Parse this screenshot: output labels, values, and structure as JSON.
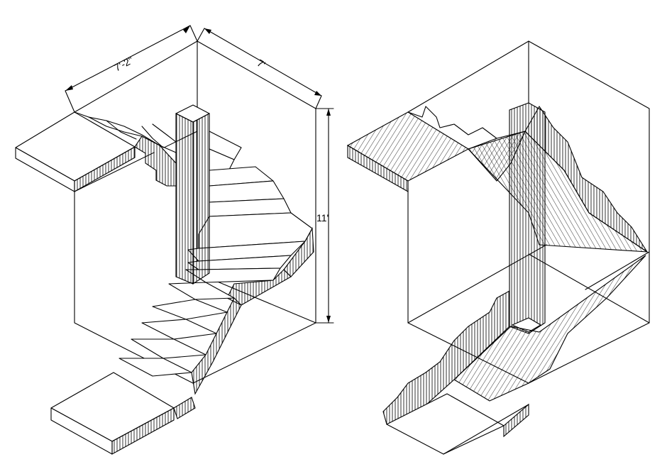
{
  "dimensions": {
    "width_top_left": "7'-2\"",
    "width_top_right": "7'",
    "height_right": "11'"
  },
  "colors": {
    "ink": "#000000",
    "paper": "#ffffff"
  }
}
